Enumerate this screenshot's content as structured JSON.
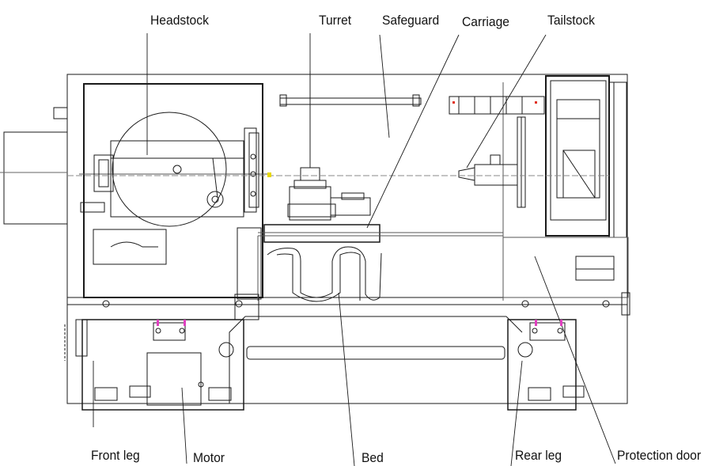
{
  "labels": {
    "headstock": "Headstock",
    "turret": "Turret",
    "safeguard": "Safeguard",
    "carriage": "Carriage",
    "tailstock": "Tailstock",
    "front_leg": "Front leg",
    "motor": "Motor",
    "bed": "Bed",
    "rear_leg": "Rear leg",
    "protection_door": "Protection door"
  },
  "colors": {
    "line": "#1a1a1a",
    "thin_line": "#4d4d4d",
    "accent_pink": "#e040c0",
    "accent_red": "#e03020",
    "accent_yellow": "#e8d800"
  }
}
